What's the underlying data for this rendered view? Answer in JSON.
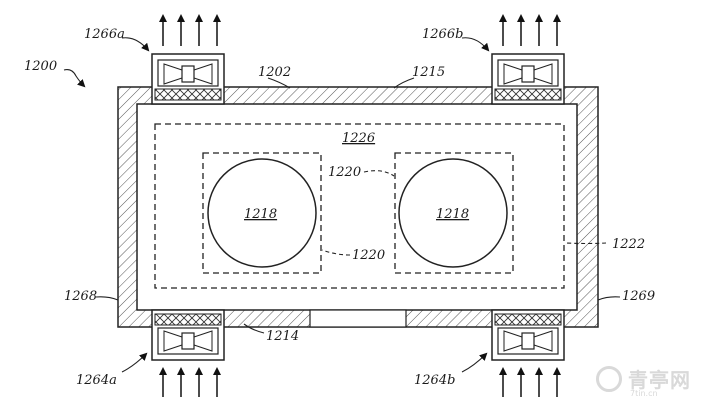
{
  "figure": {
    "labels": {
      "figure_ref": "1200",
      "label_1266a": "1266a",
      "label_1266b": "1266b",
      "label_1202": "1202",
      "label_1215": "1215",
      "label_1226": "1226",
      "label_1220_top": "1220",
      "label_1220_bottom": "1220",
      "label_1218_left": "1218",
      "label_1218_right": "1218",
      "label_1222": "1222",
      "label_1268": "1268",
      "label_1269": "1269",
      "label_1214": "1214",
      "label_1264a": "1264a",
      "label_1264b": "1264b"
    }
  },
  "watermark": {
    "text": "青亭网",
    "url": "7tin.cn"
  }
}
